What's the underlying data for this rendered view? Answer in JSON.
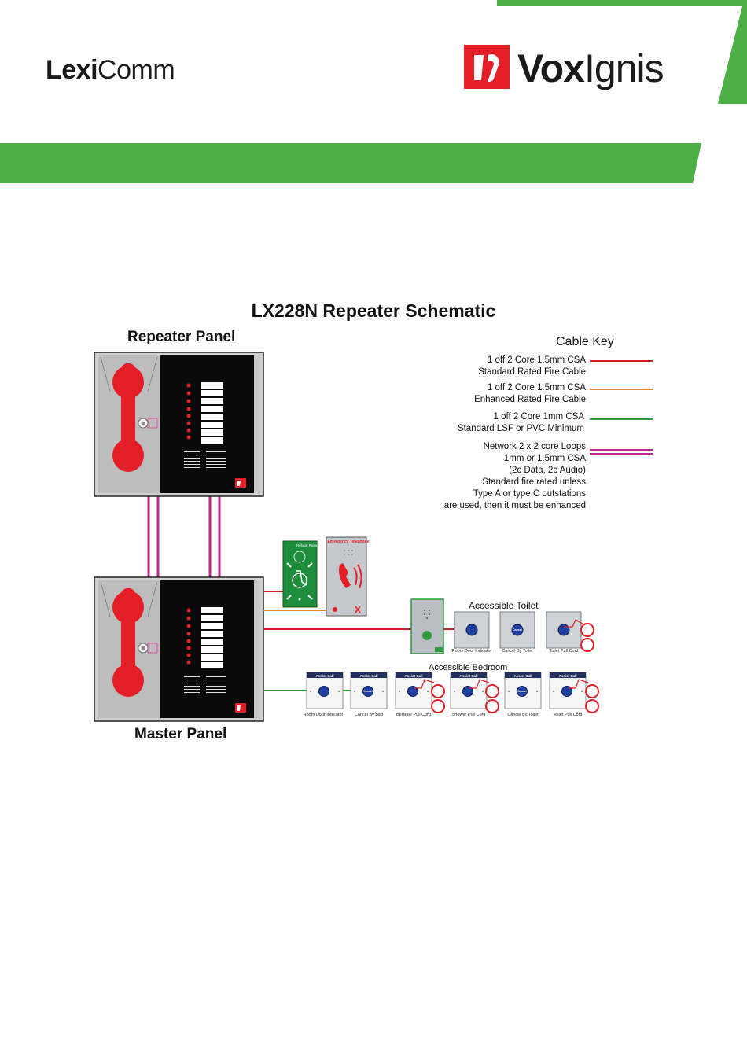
{
  "header": {
    "brand_left_bold": "Lexi",
    "brand_left_regular": "Comm",
    "brand_right_bold": "Vox",
    "brand_right_regular": "Ignis"
  },
  "colors": {
    "green": "#4caf47",
    "red": "#e41e26",
    "cable_red": "#d32027",
    "cable_orange": "#e08a2a",
    "cable_green": "#2e9a3e",
    "cable_magenta": "#c2268f"
  },
  "diagram": {
    "title": "LX228N  Repeater Schematic",
    "repeater_label": "Repeater Panel",
    "master_label": "Master Panel",
    "cable_key": {
      "title": "Cable Key",
      "items": [
        {
          "lines": [
            "1 off 2 Core 1.5mm CSA",
            "Standard Rated Fire Cable"
          ],
          "color": "red"
        },
        {
          "lines": [
            "1 off 2 Core 1.5mm CSA",
            "Enhanced Rated Fire Cable"
          ],
          "color": "orange"
        },
        {
          "lines": [
            "1 off 2 Core 1mm CSA",
            "Standard LSF or PVC Minimum"
          ],
          "color": "green"
        },
        {
          "lines": [
            "Network 2 x 2 core Loops",
            "1mm or 1.5mm CSA",
            "(2c Data, 2c Audio)",
            "Standard fire rated unless",
            "Type A or type C outstations",
            "are used, then it must be enhanced"
          ],
          "color": "magenta"
        }
      ]
    },
    "refuge_sign": "Refuge Point",
    "emergency_sign": "Emergency Telephone",
    "toilet": {
      "title": "Accessible Toilet",
      "devices": [
        "Room Door Indicator",
        "Cancel By Toilet",
        "Toilet Pull Cord"
      ]
    },
    "bedroom": {
      "title": "Accessible Bedroom",
      "devices": [
        "Room Door Indicator",
        "Cancel By Bed",
        "Bedside Pull Cord",
        "Shower Pull Cord",
        "Cancel By Toilet",
        "Toilet Pull Cord"
      ]
    },
    "assist_call": "Assist Call",
    "cancel": "Cancel"
  }
}
